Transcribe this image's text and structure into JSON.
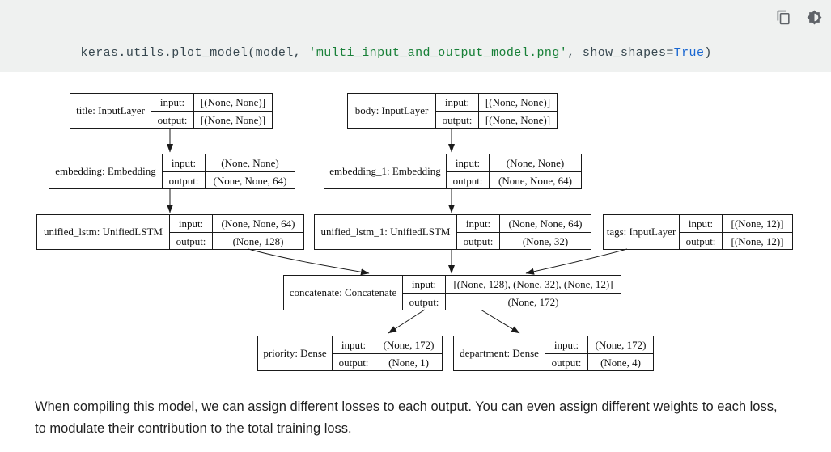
{
  "code_cell": {
    "code_parts": {
      "prefix": "keras.utils.plot_model(model, ",
      "string": "'multi_input_and_output_model.png'",
      "middle": ", show_shapes=",
      "keyword": "True",
      "suffix": ")"
    },
    "colors": {
      "cell_bg": "#eff1f0",
      "code_text": "#37474f",
      "string_text": "#188038",
      "keyword_text": "#1967d2",
      "icon": "#5f6368"
    }
  },
  "diagram": {
    "labels": {
      "input": "input:",
      "output": "output:"
    },
    "nodes": [
      {
        "id": "title",
        "label": "title: InputLayer",
        "input": "[(None, None)]",
        "output": "[(None, None)]"
      },
      {
        "id": "body",
        "label": "body: InputLayer",
        "input": "[(None, None)]",
        "output": "[(None, None)]"
      },
      {
        "id": "embedding",
        "label": "embedding: Embedding",
        "input": "(None, None)",
        "output": "(None, None, 64)"
      },
      {
        "id": "embedding_1",
        "label": "embedding_1: Embedding",
        "input": "(None, None)",
        "output": "(None, None, 64)"
      },
      {
        "id": "unified_lstm",
        "label": "unified_lstm: UnifiedLSTM",
        "input": "(None, None, 64)",
        "output": "(None, 128)"
      },
      {
        "id": "unified_lstm_1",
        "label": "unified_lstm_1: UnifiedLSTM",
        "input": "(None, None, 64)",
        "output": "(None, 32)"
      },
      {
        "id": "tags",
        "label": "tags: InputLayer",
        "input": "[(None, 12)]",
        "output": "[(None, 12)]"
      },
      {
        "id": "concatenate",
        "label": "concatenate: Concatenate",
        "input": "[(None, 128), (None, 32), (None, 12)]",
        "output": "(None, 172)"
      },
      {
        "id": "priority",
        "label": "priority: Dense",
        "input": "(None, 172)",
        "output": "(None, 1)"
      },
      {
        "id": "department",
        "label": "department: Dense",
        "input": "(None, 172)",
        "output": "(None, 4)"
      }
    ],
    "edges": [
      {
        "from": "title",
        "to": "embedding"
      },
      {
        "from": "body",
        "to": "embedding_1"
      },
      {
        "from": "embedding",
        "to": "unified_lstm"
      },
      {
        "from": "embedding_1",
        "to": "unified_lstm_1"
      },
      {
        "from": "unified_lstm",
        "to": "concatenate"
      },
      {
        "from": "unified_lstm_1",
        "to": "concatenate"
      },
      {
        "from": "tags",
        "to": "concatenate"
      },
      {
        "from": "concatenate",
        "to": "priority"
      },
      {
        "from": "concatenate",
        "to": "department"
      }
    ]
  },
  "caption": {
    "text": "When compiling this model, we can assign different losses to each output. You can even assign different weights to each loss, to modulate their contribution to the total training loss."
  }
}
